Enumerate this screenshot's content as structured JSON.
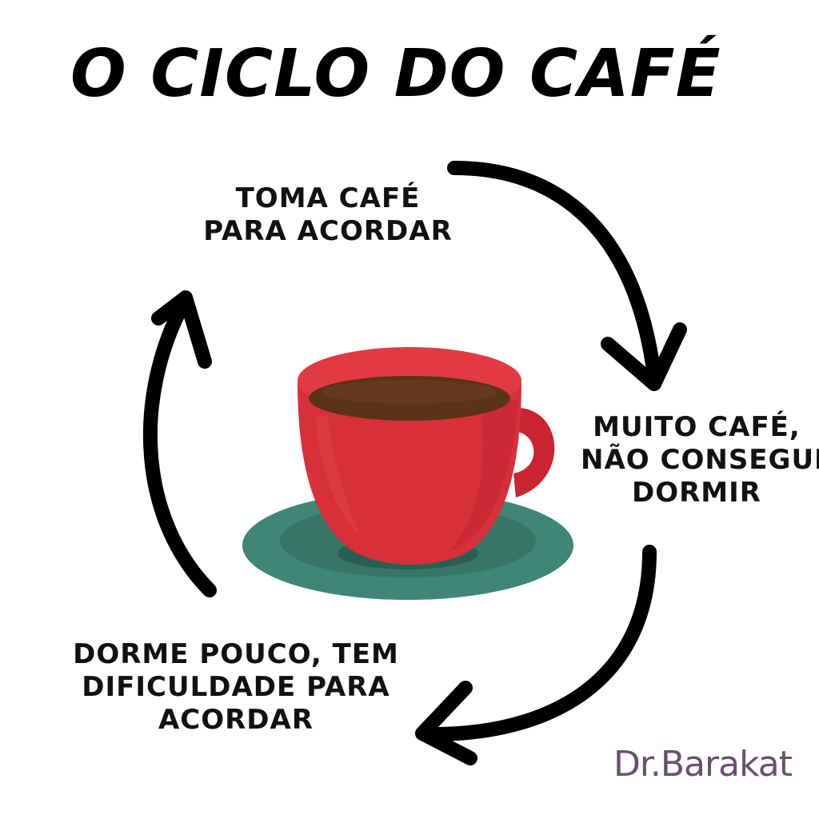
{
  "title": "O CICLO DO CAFÉ",
  "cycle_steps": [
    {
      "lines": [
        "TOMA CAFÉ",
        "PARA ACORDAR"
      ]
    },
    {
      "lines": [
        "MUITO CAFÉ,",
        "NÃO CONSEGUE",
        "DORMIR"
      ]
    },
    {
      "lines": [
        "DORME POUCO, TEM",
        "DIFICULDADE PARA",
        "ACORDAR"
      ]
    }
  ],
  "brand": "Dr.Barakat",
  "colors": {
    "cup": "#d8303a",
    "coffee": "#5a3318",
    "saucer": "#3f8676",
    "arrows": "#000000",
    "brand": "#6a5070"
  },
  "icons": {
    "center": "coffee-cup-icon",
    "arrows": [
      "arrow-clockwise-right",
      "arrow-clockwise-bottom",
      "arrow-clockwise-left"
    ]
  }
}
